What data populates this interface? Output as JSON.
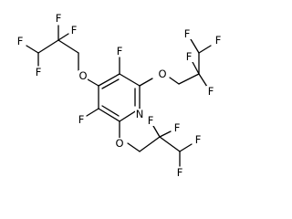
{
  "colors": {
    "background": "#ffffff",
    "bond": "#000000",
    "F": "#000000",
    "O": "#000000",
    "N": "#000000"
  },
  "atoms": [
    {
      "id": "F1",
      "element": "F",
      "label": "F"
    },
    {
      "id": "F2",
      "element": "F",
      "label": "F"
    },
    {
      "id": "F3",
      "element": "F",
      "label": "F"
    },
    {
      "id": "F4",
      "element": "F",
      "label": "F"
    },
    {
      "id": "O1",
      "element": "O",
      "label": "O"
    },
    {
      "id": "F5",
      "element": "F",
      "label": "F"
    },
    {
      "id": "O2",
      "element": "O",
      "label": "O"
    },
    {
      "id": "F6",
      "element": "F",
      "label": "F"
    },
    {
      "id": "F7",
      "element": "F",
      "label": "F"
    },
    {
      "id": "F8",
      "element": "F",
      "label": "F"
    },
    {
      "id": "F9",
      "element": "F",
      "label": "F"
    },
    {
      "id": "F10",
      "element": "F",
      "label": "F"
    },
    {
      "id": "N1",
      "element": "N",
      "label": "N"
    },
    {
      "id": "O3",
      "element": "O",
      "label": "O"
    },
    {
      "id": "F11",
      "element": "F",
      "label": "F"
    },
    {
      "id": "F12",
      "element": "F",
      "label": "F"
    },
    {
      "id": "F13",
      "element": "F",
      "label": "F"
    },
    {
      "id": "F14",
      "element": "F",
      "label": "F"
    }
  ]
}
